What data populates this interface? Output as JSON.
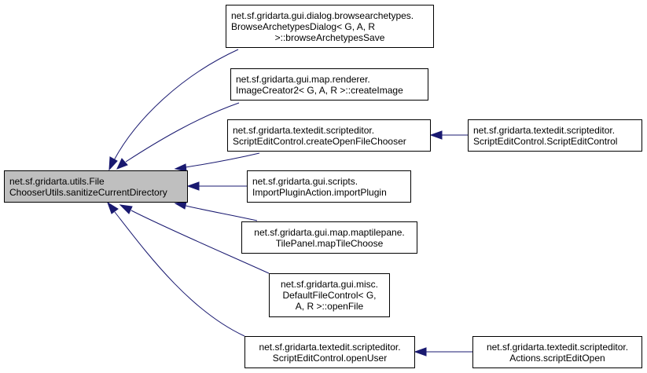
{
  "diagram": {
    "type": "caller-graph",
    "edge_color": "#191970",
    "focus_fill": "#bfbfbf",
    "nodes": {
      "main": {
        "lines": [
          "net.sf.gridarta.utils.File",
          "ChooserUtils.sanitizeCurrentDirectory"
        ]
      },
      "browseArchetypesSave": {
        "lines": [
          "net.sf.gridarta.gui.dialog.browsearchetypes.",
          "BrowseArchetypesDialog< G, A, R",
          ">::browseArchetypesSave"
        ]
      },
      "createImage": {
        "lines": [
          "net.sf.gridarta.gui.map.renderer.",
          "ImageCreator2< G, A, R >::createImage"
        ]
      },
      "createOpenFileChooser": {
        "lines": [
          "net.sf.gridarta.textedit.scripteditor.",
          "ScriptEditControl.createOpenFileChooser"
        ]
      },
      "scriptEditControl": {
        "lines": [
          "net.sf.gridarta.textedit.scripteditor.",
          "ScriptEditControl.ScriptEditControl"
        ]
      },
      "importPlugin": {
        "lines": [
          "net.sf.gridarta.gui.scripts.",
          "ImportPluginAction.importPlugin"
        ]
      },
      "mapTileChoose": {
        "lines": [
          "net.sf.gridarta.gui.map.maptilepane.",
          "TilePanel.mapTileChoose"
        ]
      },
      "openFile": {
        "lines": [
          "net.sf.gridarta.gui.misc.",
          "DefaultFileControl< G,",
          "A, R >::openFile"
        ]
      },
      "openUser": {
        "lines": [
          "net.sf.gridarta.textedit.scripteditor.",
          "ScriptEditControl.openUser"
        ]
      },
      "scriptEditOpen": {
        "lines": [
          "net.sf.gridarta.textedit.scripteditor.",
          "Actions.scriptEditOpen"
        ]
      }
    },
    "edges": [
      {
        "from": "browseArchetypesSave",
        "to": "main"
      },
      {
        "from": "createImage",
        "to": "main"
      },
      {
        "from": "createOpenFileChooser",
        "to": "main"
      },
      {
        "from": "importPlugin",
        "to": "main"
      },
      {
        "from": "mapTileChoose",
        "to": "main"
      },
      {
        "from": "openFile",
        "to": "main"
      },
      {
        "from": "openUser",
        "to": "main"
      },
      {
        "from": "scriptEditControl",
        "to": "createOpenFileChooser"
      },
      {
        "from": "scriptEditOpen",
        "to": "openUser"
      }
    ]
  }
}
